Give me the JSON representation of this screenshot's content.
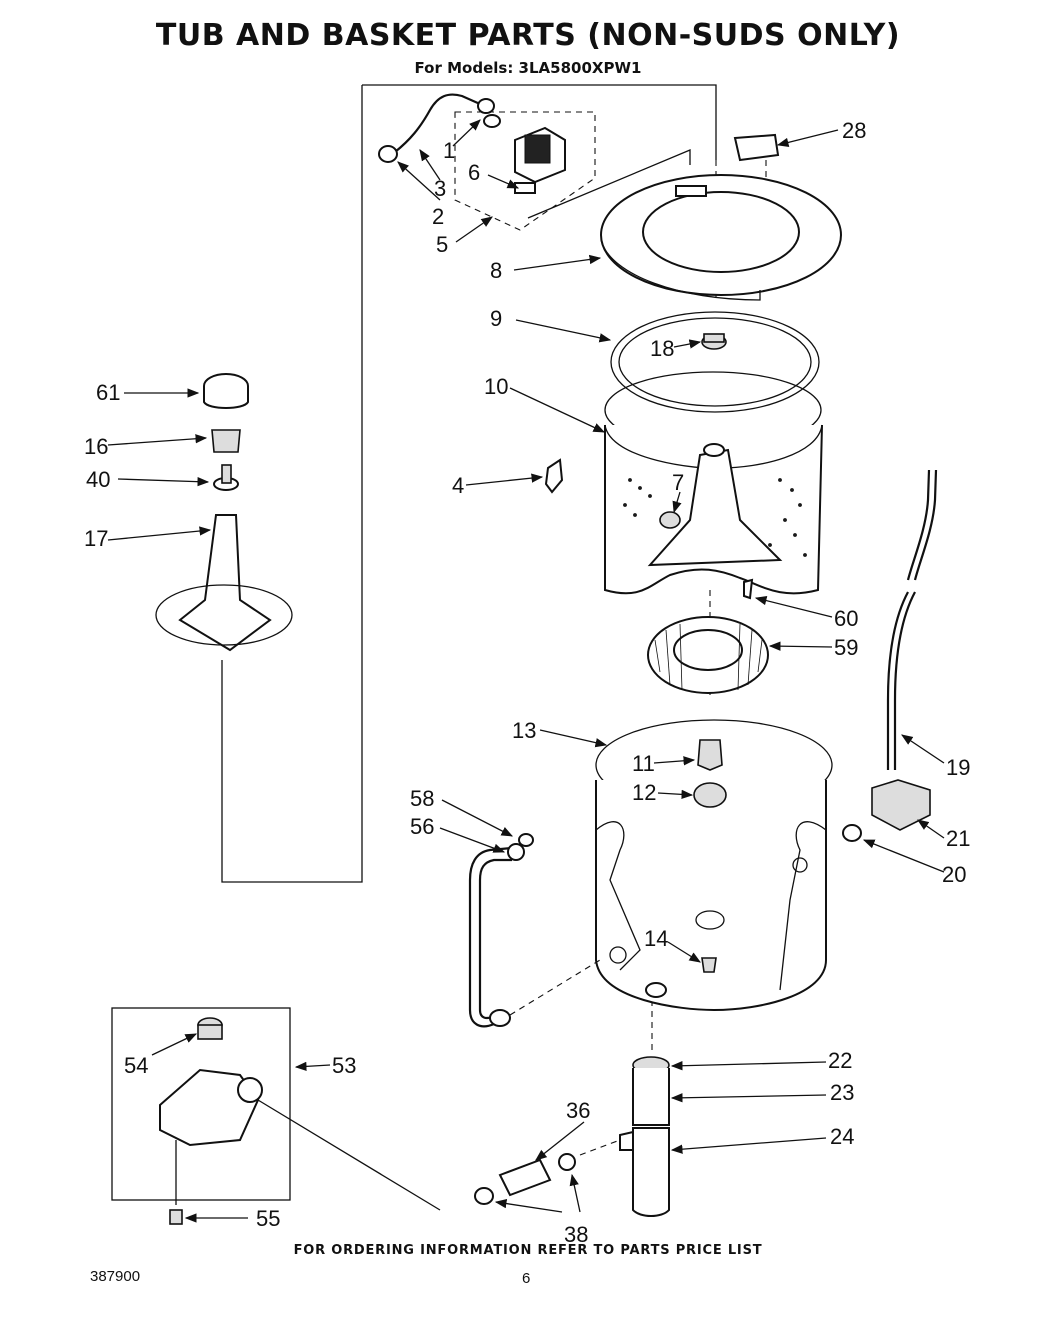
{
  "header": {
    "title": "TUB AND BASKET PARTS (NON-SUDS ONLY)",
    "subtitle": "For Models: 3LA5800XPW1"
  },
  "callouts": [
    "1",
    "2",
    "3",
    "5",
    "6",
    "28",
    "8",
    "9",
    "18",
    "10",
    "61",
    "16",
    "40",
    "17",
    "4",
    "7",
    "60",
    "59",
    "13",
    "11",
    "12",
    "58",
    "56",
    "14",
    "19",
    "21",
    "20",
    "22",
    "23",
    "24",
    "36",
    "38",
    "54",
    "53",
    "55"
  ],
  "footer": {
    "note": "FOR ORDERING INFORMATION REFER TO PARTS PRICE LIST",
    "doc_number": "387900",
    "page_number": "6"
  }
}
